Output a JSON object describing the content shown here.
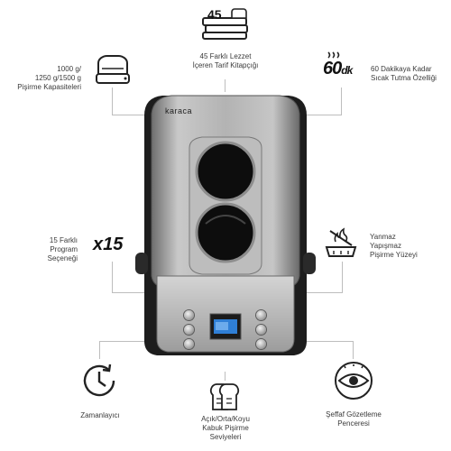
{
  "features": {
    "recipes": {
      "number": "45",
      "line1": "45 Farklı Lezzet",
      "line2": "İçeren Tarif Kitapçığı"
    },
    "capacity": {
      "line1": "1000 g/",
      "line2": "1250 g/1500 g",
      "line3": "Pişirme Kapasiteleri"
    },
    "keepwarm": {
      "badge_number": "60",
      "badge_unit": "dk",
      "line1": "60 Dakikaya Kadar",
      "line2": "Sıcak Tutma Özelliği"
    },
    "programs": {
      "badge": "x15",
      "line1": "15 Farklı",
      "line2": "Program",
      "line3": "Seçeneği"
    },
    "nonstick": {
      "line1": "Yanmaz",
      "line2": "Yapışmaz",
      "line3": "Pişirme Yüzeyi"
    },
    "timer": {
      "line1": "Zamanlayıcı"
    },
    "crust": {
      "line1": "Açık/Orta/Koyu",
      "line2": "Kabuk Pişirme",
      "line3": "Seviyeleri"
    },
    "window": {
      "line1": "Şeffaf Gözetleme",
      "line2": "Penceresi"
    }
  },
  "product": {
    "brand": "karaca"
  },
  "colors": {
    "body": "#a9a9a9",
    "dark": "#1d1d1d",
    "display": "#2f7fd6",
    "line": "#bdbdbd"
  },
  "icons": [
    "book-stack-icon",
    "bread-bowl-icon",
    "steam-60-icon",
    "no-stick-pan-icon",
    "clock-arrow-icon",
    "bread-slices-icon",
    "eye-icon"
  ]
}
